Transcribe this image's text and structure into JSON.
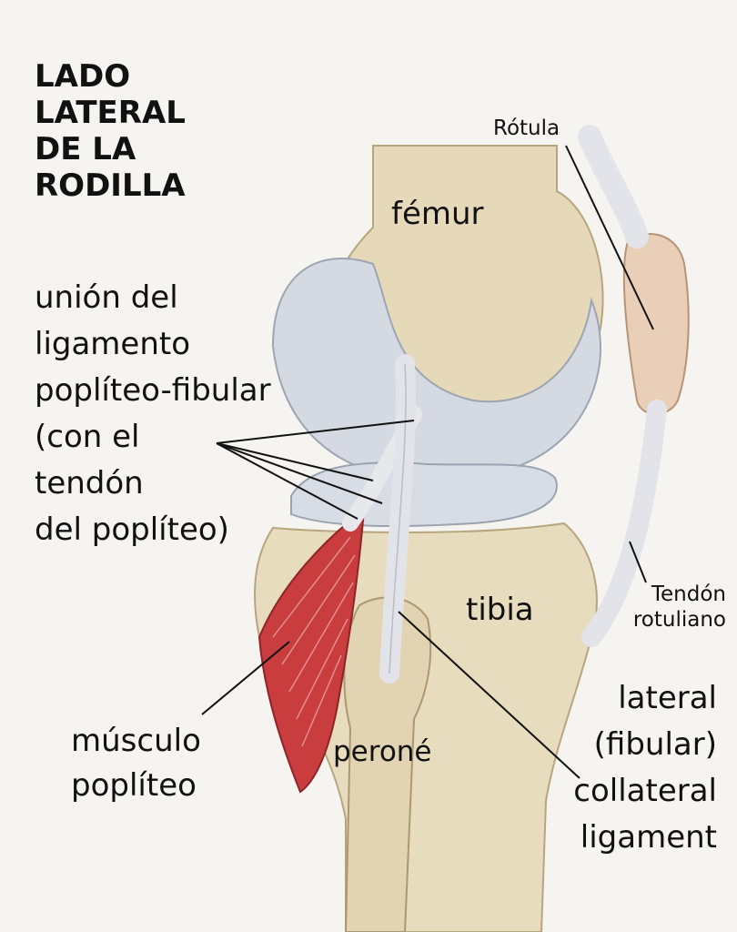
{
  "title": {
    "lines": [
      "LADO",
      "LATERAL",
      "DE LA",
      "RODILLA"
    ]
  },
  "labels": {
    "femur": "fémur",
    "tibia": "tibia",
    "perone": "peroné",
    "rotula": "Rótula",
    "tendon_rotuliano": [
      "Tendón",
      "rotuliano"
    ],
    "union": [
      "unión del",
      "ligamento",
      "poplíteo-fibular",
      "(con el",
      "tendón",
      "del poplíteo)"
    ],
    "musculo": [
      "músculo",
      "poplíteo"
    ],
    "lcl": [
      "lateral",
      "(fibular)",
      "collateral",
      "ligament"
    ]
  },
  "colors": {
    "background": "#f6f4f0",
    "bone": "#e8dcbf",
    "cartilage": "#d6dbe3",
    "muscle": "#c83a3c",
    "ligament": "#e4e6ea",
    "leader_line": "#111111"
  }
}
